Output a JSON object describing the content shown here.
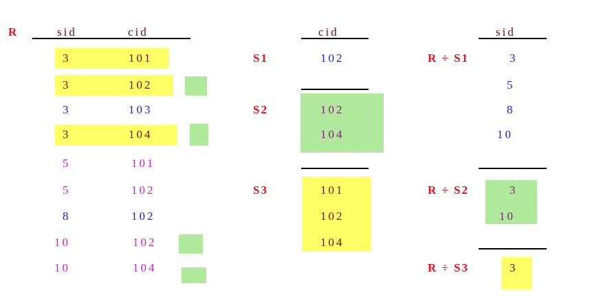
{
  "colors": {
    "label_red": "#e8101a",
    "header_text": "#7a0a0a",
    "blue_text": "#1a1ae6",
    "magenta_text": "#d219d2",
    "purple_text": "#8a1a8a",
    "highlight_yellow": "#ffff66",
    "highlight_green": "#b0e89c"
  },
  "relation_r": {
    "name": "R",
    "header_sid": "sid",
    "header_cid": "cid",
    "rows": [
      {
        "sid": "3",
        "cid": "101"
      },
      {
        "sid": "3",
        "cid": "102"
      },
      {
        "sid": "3",
        "cid": "103"
      },
      {
        "sid": "3",
        "cid": "104"
      },
      {
        "sid": "5",
        "cid": "101"
      },
      {
        "sid": "5",
        "cid": "102"
      },
      {
        "sid": "8",
        "cid": "102"
      },
      {
        "sid": "10",
        "cid": "102"
      },
      {
        "sid": "10",
        "cid": "104"
      }
    ]
  },
  "divisors": {
    "header_cid": "cid",
    "s1": {
      "name": "S1",
      "values": [
        "102"
      ]
    },
    "s2": {
      "name": "S2",
      "values": [
        "102",
        "104"
      ]
    },
    "s3": {
      "name": "S3",
      "values": [
        "101",
        "102",
        "104"
      ]
    }
  },
  "results": {
    "header_sid": "sid",
    "r1": {
      "label": "R ÷ S1",
      "values": [
        "3",
        "5",
        "8",
        "10"
      ]
    },
    "r2": {
      "label": "R ÷ S2",
      "values": [
        "3",
        "10"
      ]
    },
    "r3": {
      "label": "R ÷ S3",
      "values": [
        "3"
      ]
    }
  }
}
